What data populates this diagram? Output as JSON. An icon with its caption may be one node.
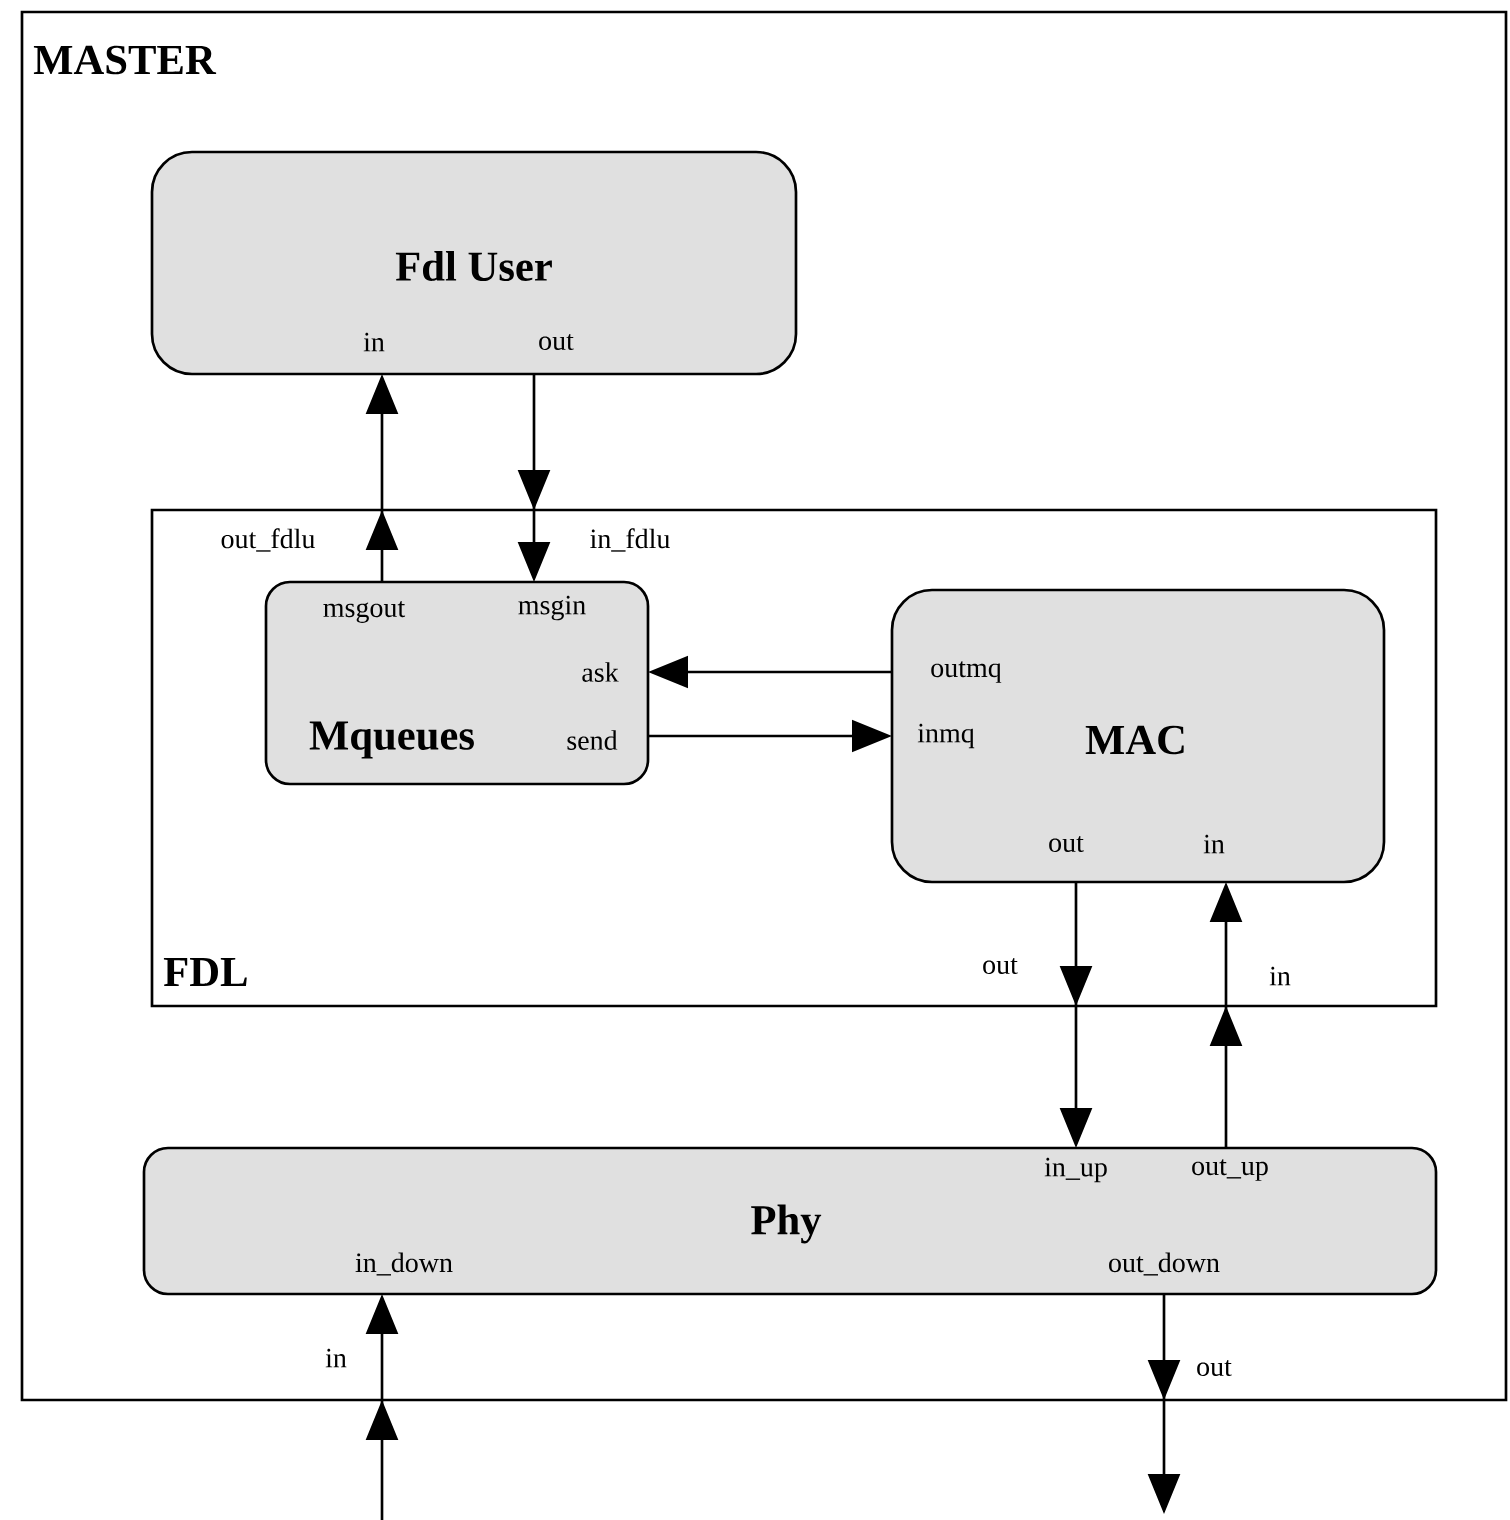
{
  "diagram": {
    "nodes": [
      {
        "text": [
          "MASTER",
          "in",
          "out"
        ]
      },
      {
        "text": [
          "Fdl User",
          "in",
          "out"
        ],
        "in": 0
      },
      {
        "text": [
          "FDL",
          "out_fdlu",
          "in_fdlu",
          "out",
          "in"
        ],
        "in": 0
      },
      {
        "text": [
          "Mqueues",
          "msgout",
          "msgin",
          "ask",
          "send"
        ],
        "in": 2
      },
      {
        "text": [
          "MAC",
          "outmq",
          "inmq",
          "out",
          "in"
        ],
        "in": 2
      },
      {
        "text": [
          "Phy",
          "in_up",
          "out_up",
          "in_down",
          "out_down"
        ],
        "in": 0
      }
    ],
    "edges": [
      {
        "from": 3,
        "to": 1,
        "arrow": "to"
      },
      {
        "from": 1,
        "to": 3,
        "arrow": "to"
      },
      {
        "from": 4,
        "to": 3,
        "arrow": "to"
      },
      {
        "from": 3,
        "to": 4,
        "arrow": "to"
      },
      {
        "from": 4,
        "to": 5,
        "arrow": "to"
      },
      {
        "from": 5,
        "to": 4,
        "arrow": "to"
      },
      {
        "from": null,
        "to": 5,
        "arrow": "to"
      },
      {
        "from": 5,
        "to": null,
        "arrow": "to"
      }
    ]
  }
}
